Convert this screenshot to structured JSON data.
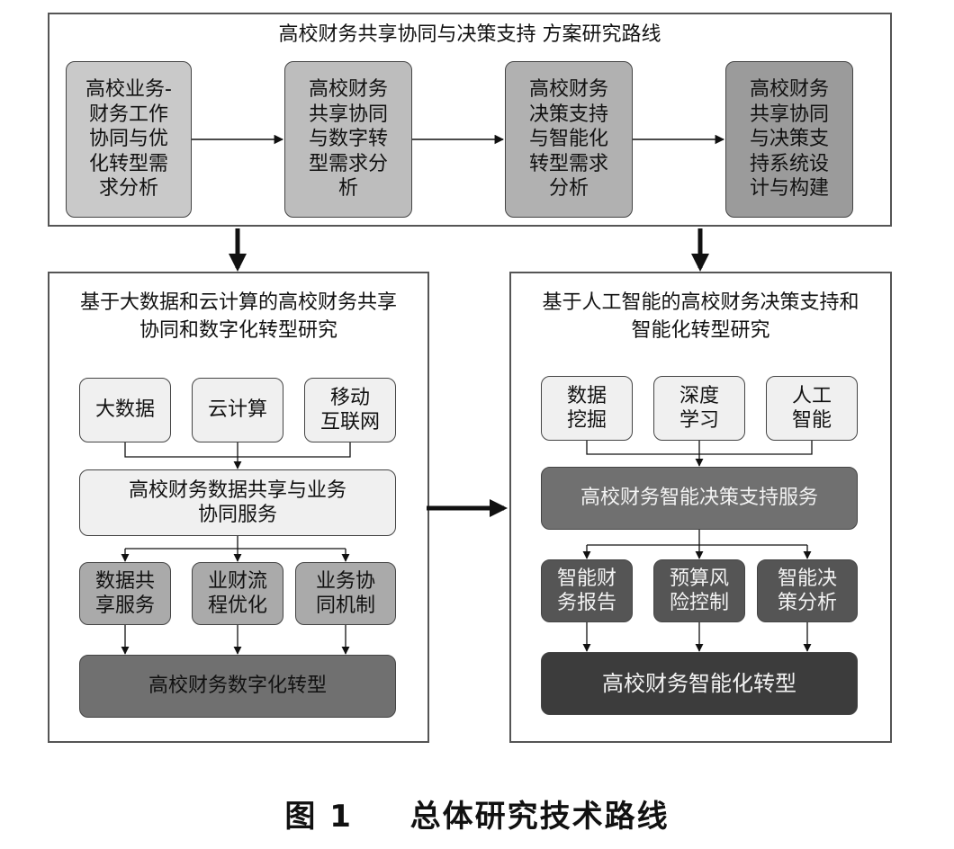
{
  "top": {
    "title": "高校财务共享协同与决策支持 方案研究路线",
    "steps": [
      "高校业务-\n财务工作\n协同与优\n化转型需\n求分析",
      "高校财务\n共享协同\n与数字转\n型需求分\n析",
      "高校财务\n决策支持\n与智能化\n转型需求\n分析",
      "高校财务\n共享协同\n与决策支\n持系统设\n计与构建"
    ]
  },
  "left": {
    "title": "基于大数据和云计算的高校财务共享\n协同和数字化转型研究",
    "tech": [
      "大数据",
      "云计算",
      "移动\n互联网"
    ],
    "service": "高校财务数据共享与业务\n协同服务",
    "subs": [
      "数据共\n享服务",
      "业财流\n程优化",
      "业务协\n同机制"
    ],
    "result": "高校财务数字化转型"
  },
  "right": {
    "title": "基于人工智能的高校财务决策支持和\n智能化转型研究",
    "tech": [
      "数据\n挖掘",
      "深度\n学习",
      "人工\n智能"
    ],
    "service": "高校财务智能决策支持服务",
    "subs": [
      "智能财\n务报告",
      "预算风\n险控制",
      "智能决\n策分析"
    ],
    "result": "高校财务智能化转型"
  },
  "caption": {
    "figure": "图 1",
    "text": "总体研究技术路线"
  },
  "colors": {
    "step1": "#c9c9c9",
    "step2": "#bdbdbd",
    "step3": "#b1b1b1",
    "step4": "#9b9b9b",
    "light": "#f0f0f0",
    "mid": "#aaaaaa",
    "dark": "#707070",
    "darker": "#555555",
    "darkest": "#3c3c3c"
  }
}
